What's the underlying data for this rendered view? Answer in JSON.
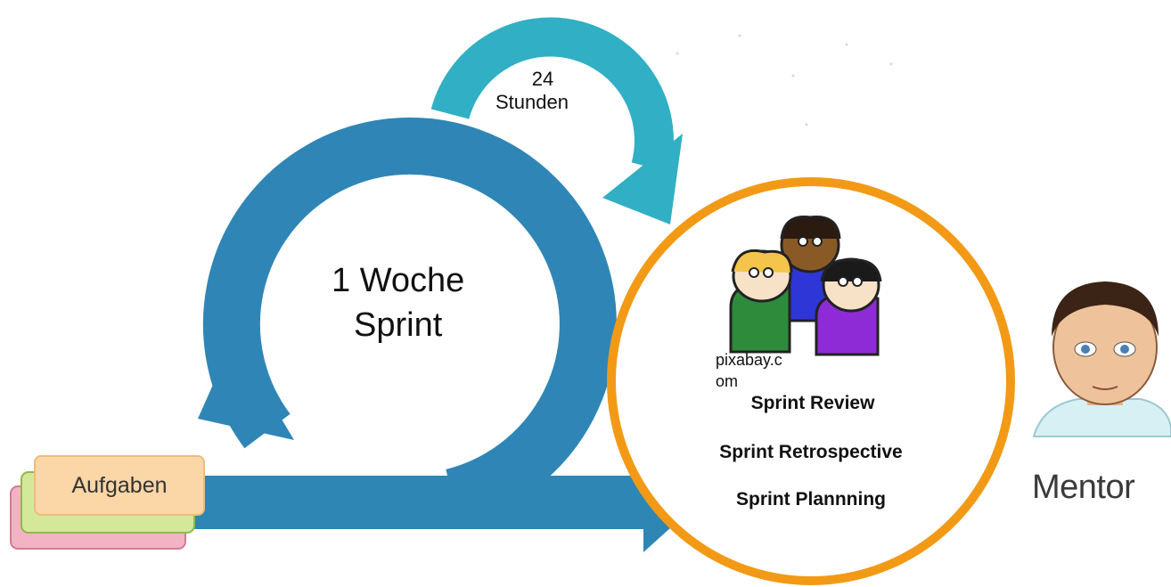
{
  "daily": {
    "line1": "24",
    "line2": "Stunden"
  },
  "sprint": {
    "line1": "1 Woche",
    "line2": "Sprint"
  },
  "image_credit": "pixabay.com",
  "events": [
    "Sprint Review",
    "Sprint Retrospective",
    "Sprint Plannning"
  ],
  "tasks_label": "Aufgaben",
  "mentor_label": "Mentor",
  "colors": {
    "sprint_arrow": "#2f86b6",
    "daily_arrow": "#31afc4",
    "flow_arrow": "#2e86b5",
    "event_circle": "#f29a16",
    "task_front": "#fbd6a6",
    "task_middle": "#d4e89a",
    "task_back": "#f2b3c4"
  }
}
